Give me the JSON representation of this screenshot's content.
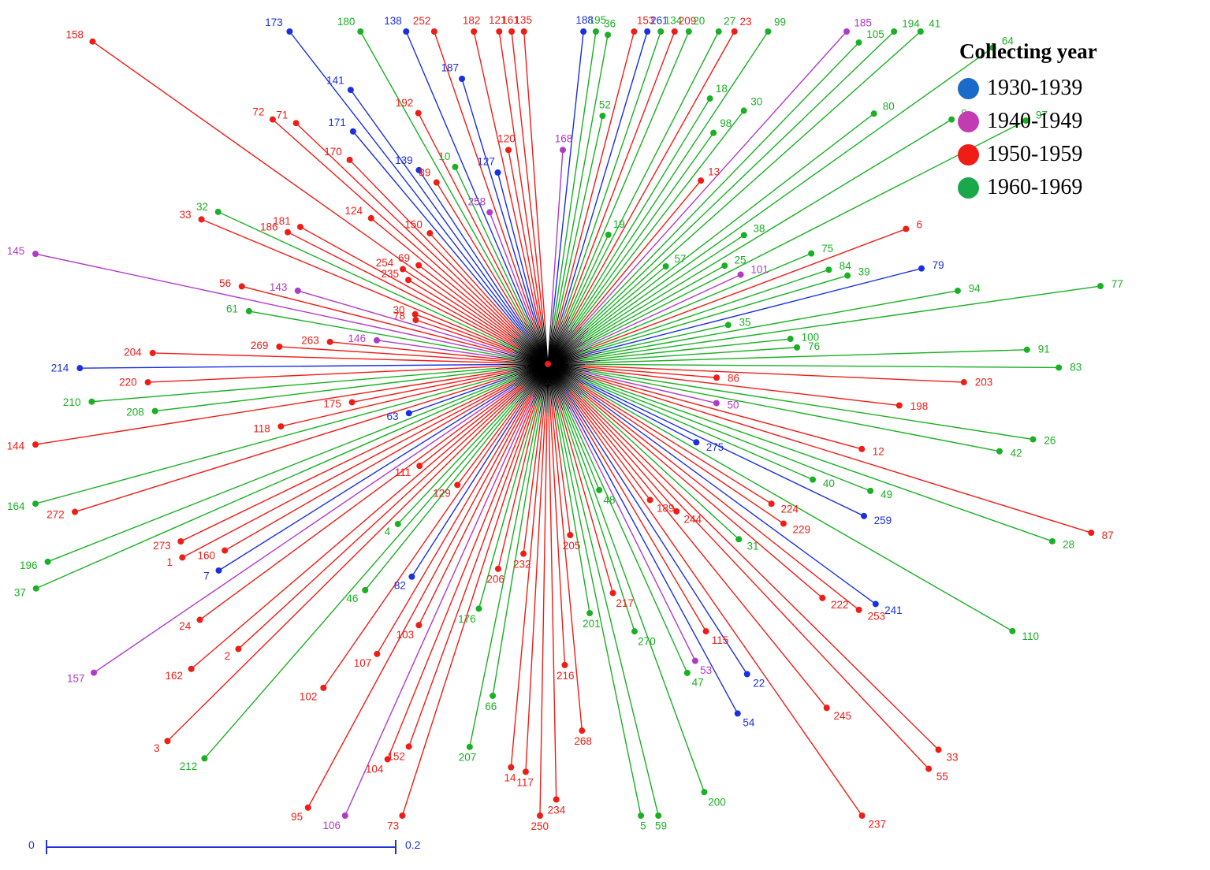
{
  "legend": {
    "title": "Collecting year",
    "items": [
      {
        "label": "1930-1939",
        "color": "#1a6ac9"
      },
      {
        "label": "1940-1949",
        "color": "#c23bb0"
      },
      {
        "label": "1950-1959",
        "color": "#f01c16"
      },
      {
        "label": "1960-1969",
        "color": "#19a84a"
      }
    ]
  },
  "scale_bar": {
    "min_label": "0",
    "max_label": "0.2"
  },
  "group_colors": {
    "A": "#1a2fe0",
    "B": "#b03ac8",
    "C": "#f01c16",
    "D": "#19b023"
  },
  "leaves": [
    {
      "label": "168",
      "group": "B"
    },
    {
      "label": "188",
      "group": "A"
    },
    {
      "label": "195",
      "group": "D"
    },
    {
      "label": "36",
      "group": "D"
    },
    {
      "label": "52",
      "group": "D"
    },
    {
      "label": "153",
      "group": "C"
    },
    {
      "label": "261",
      "group": "A"
    },
    {
      "label": "134",
      "group": "D"
    },
    {
      "label": "209",
      "group": "C"
    },
    {
      "label": "20",
      "group": "D"
    },
    {
      "label": "19",
      "group": "D"
    },
    {
      "label": "27",
      "group": "D"
    },
    {
      "label": "23",
      "group": "C"
    },
    {
      "label": "18",
      "group": "D"
    },
    {
      "label": "99",
      "group": "D"
    },
    {
      "label": "98",
      "group": "D"
    },
    {
      "label": "30",
      "group": "D"
    },
    {
      "label": "13",
      "group": "C"
    },
    {
      "label": "185",
      "group": "B"
    },
    {
      "label": "105",
      "group": "D"
    },
    {
      "label": "194",
      "group": "D"
    },
    {
      "label": "41",
      "group": "D"
    },
    {
      "label": "57",
      "group": "D"
    },
    {
      "label": "80",
      "group": "D"
    },
    {
      "label": "64",
      "group": "D"
    },
    {
      "label": "38",
      "group": "D"
    },
    {
      "label": "8",
      "group": "D"
    },
    {
      "label": "25",
      "group": "D"
    },
    {
      "label": "97",
      "group": "D"
    },
    {
      "label": "101",
      "group": "B"
    },
    {
      "label": "75",
      "group": "D"
    },
    {
      "label": "6",
      "group": "C"
    },
    {
      "label": "84",
      "group": "D"
    },
    {
      "label": "39",
      "group": "D"
    },
    {
      "label": "79",
      "group": "A"
    },
    {
      "label": "35",
      "group": "D"
    },
    {
      "label": "94",
      "group": "D"
    },
    {
      "label": "77",
      "group": "D"
    },
    {
      "label": "100",
      "group": "D"
    },
    {
      "label": "76",
      "group": "D"
    },
    {
      "label": "91",
      "group": "D"
    },
    {
      "label": "83",
      "group": "D"
    },
    {
      "label": "203",
      "group": "C"
    },
    {
      "label": "86",
      "group": "C"
    },
    {
      "label": "198",
      "group": "C"
    },
    {
      "label": "26",
      "group": "D"
    },
    {
      "label": "42",
      "group": "D"
    },
    {
      "label": "50",
      "group": "B"
    },
    {
      "label": "12",
      "group": "C"
    },
    {
      "label": "87",
      "group": "C"
    },
    {
      "label": "28",
      "group": "D"
    },
    {
      "label": "49",
      "group": "D"
    },
    {
      "label": "40",
      "group": "D"
    },
    {
      "label": "259",
      "group": "A"
    },
    {
      "label": "275",
      "group": "A"
    },
    {
      "label": "110",
      "group": "D"
    },
    {
      "label": "224",
      "group": "C"
    },
    {
      "label": "229",
      "group": "C"
    },
    {
      "label": "241",
      "group": "A"
    },
    {
      "label": "253",
      "group": "C"
    },
    {
      "label": "222",
      "group": "C"
    },
    {
      "label": "31",
      "group": "D"
    },
    {
      "label": "33",
      "group": "C"
    },
    {
      "label": "55",
      "group": "C"
    },
    {
      "label": "244",
      "group": "C"
    },
    {
      "label": "245",
      "group": "C"
    },
    {
      "label": "189",
      "group": "C"
    },
    {
      "label": "237",
      "group": "C"
    },
    {
      "label": "22",
      "group": "A"
    },
    {
      "label": "115",
      "group": "C"
    },
    {
      "label": "54",
      "group": "A"
    },
    {
      "label": "53",
      "group": "B"
    },
    {
      "label": "47",
      "group": "D"
    },
    {
      "label": "48",
      "group": "D"
    },
    {
      "label": "200",
      "group": "D"
    },
    {
      "label": "270",
      "group": "D"
    },
    {
      "label": "217",
      "group": "C"
    },
    {
      "label": "59",
      "group": "D"
    },
    {
      "label": "5",
      "group": "D"
    },
    {
      "label": "201",
      "group": "D"
    },
    {
      "label": "205",
      "group": "C"
    },
    {
      "label": "268",
      "group": "C"
    },
    {
      "label": "216",
      "group": "C"
    },
    {
      "label": "234",
      "group": "C"
    },
    {
      "label": "250",
      "group": "C"
    },
    {
      "label": "117",
      "group": "C"
    },
    {
      "label": "14",
      "group": "C"
    },
    {
      "label": "232",
      "group": "C"
    },
    {
      "label": "66",
      "group": "D"
    },
    {
      "label": "207",
      "group": "D"
    },
    {
      "label": "206",
      "group": "C"
    },
    {
      "label": "176",
      "group": "D"
    },
    {
      "label": "73",
      "group": "C"
    },
    {
      "label": "152",
      "group": "C"
    },
    {
      "label": "104",
      "group": "C"
    },
    {
      "label": "106",
      "group": "B"
    },
    {
      "label": "103",
      "group": "C"
    },
    {
      "label": "95",
      "group": "C"
    },
    {
      "label": "107",
      "group": "C"
    },
    {
      "label": "82",
      "group": "A"
    },
    {
      "label": "102",
      "group": "C"
    },
    {
      "label": "129",
      "group": "C"
    },
    {
      "label": "46",
      "group": "D"
    },
    {
      "label": "212",
      "group": "D"
    },
    {
      "label": "4",
      "group": "D"
    },
    {
      "label": "3",
      "group": "C"
    },
    {
      "label": "2",
      "group": "C"
    },
    {
      "label": "162",
      "group": "C"
    },
    {
      "label": "111",
      "group": "C"
    },
    {
      "label": "24",
      "group": "C"
    },
    {
      "label": "157",
      "group": "B"
    },
    {
      "label": "7",
      "group": "A"
    },
    {
      "label": "160",
      "group": "C"
    },
    {
      "label": "1",
      "group": "C"
    },
    {
      "label": "273",
      "group": "C"
    },
    {
      "label": "37",
      "group": "D"
    },
    {
      "label": "196",
      "group": "D"
    },
    {
      "label": "63",
      "group": "A"
    },
    {
      "label": "272",
      "group": "C"
    },
    {
      "label": "164",
      "group": "D"
    },
    {
      "label": "118",
      "group": "C"
    },
    {
      "label": "175",
      "group": "C"
    },
    {
      "label": "144",
      "group": "C"
    },
    {
      "label": "208",
      "group": "D"
    },
    {
      "label": "210",
      "group": "D"
    },
    {
      "label": "220",
      "group": "C"
    },
    {
      "label": "214",
      "group": "A"
    },
    {
      "label": "204",
      "group": "C"
    },
    {
      "label": "269",
      "group": "C"
    },
    {
      "label": "263",
      "group": "C"
    },
    {
      "label": "146",
      "group": "B"
    },
    {
      "label": "61",
      "group": "D"
    },
    {
      "label": "145",
      "group": "B"
    },
    {
      "label": "56",
      "group": "C"
    },
    {
      "label": "143",
      "group": "B"
    },
    {
      "label": "78",
      "group": "C"
    },
    {
      "label": "30",
      "group": "C"
    },
    {
      "label": "33",
      "group": "C"
    },
    {
      "label": "32",
      "group": "D"
    },
    {
      "label": "186",
      "group": "C"
    },
    {
      "label": "181",
      "group": "C"
    },
    {
      "label": "235",
      "group": "C"
    },
    {
      "label": "254",
      "group": "C"
    },
    {
      "label": "158",
      "group": "C"
    },
    {
      "label": "69",
      "group": "C"
    },
    {
      "label": "124",
      "group": "C"
    },
    {
      "label": "72",
      "group": "C"
    },
    {
      "label": "71",
      "group": "C"
    },
    {
      "label": "170",
      "group": "C"
    },
    {
      "label": "150",
      "group": "C"
    },
    {
      "label": "171",
      "group": "A"
    },
    {
      "label": "173",
      "group": "A"
    },
    {
      "label": "141",
      "group": "A"
    },
    {
      "label": "139",
      "group": "A"
    },
    {
      "label": "89",
      "group": "C"
    },
    {
      "label": "180",
      "group": "D"
    },
    {
      "label": "192",
      "group": "C"
    },
    {
      "label": "10",
      "group": "D"
    },
    {
      "label": "138",
      "group": "A"
    },
    {
      "label": "258",
      "group": "B"
    },
    {
      "label": "252",
      "group": "C"
    },
    {
      "label": "187",
      "group": "A"
    },
    {
      "label": "127",
      "group": "A"
    },
    {
      "label": "182",
      "group": "C"
    },
    {
      "label": "120",
      "group": "C"
    },
    {
      "label": "121",
      "group": "C"
    },
    {
      "label": "161",
      "group": "C"
    },
    {
      "label": "135",
      "group": "C"
    }
  ]
}
